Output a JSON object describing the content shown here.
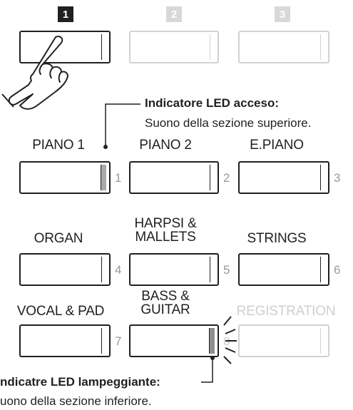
{
  "steps": [
    {
      "label": "1",
      "state": "active"
    },
    {
      "label": "2",
      "state": "inactive"
    },
    {
      "label": "3",
      "state": "inactive"
    }
  ],
  "annotation_top": {
    "title": "Indicatore LED acceso:",
    "text": "Suono della sezione superiore."
  },
  "annotation_bottom": {
    "title": "ndicatre LED lampeggiante:",
    "text": "uono della sezione inferiore."
  },
  "buttons": [
    {
      "label": "PIANO 1",
      "number": "1",
      "led": "on"
    },
    {
      "label": "PIANO 2",
      "number": "2",
      "led": "off"
    },
    {
      "label": "E.PIANO",
      "number": "3",
      "led": "off"
    },
    {
      "label": "ORGAN",
      "number": "4",
      "led": "off"
    },
    {
      "label_line1": "HARPSI &",
      "label_line2": "MALLETS",
      "number": "5",
      "led": "off"
    },
    {
      "label": "STRINGS",
      "number": "6",
      "led": "off"
    },
    {
      "label": "VOCAL & PAD",
      "number": "7",
      "led": "off"
    },
    {
      "label_line1": "BASS &",
      "label_line2": "GUITAR",
      "number": "8",
      "led": "blinking"
    },
    {
      "label": "REGISTRATION",
      "number": "",
      "led": "off"
    }
  ],
  "colors": {
    "ink": "#231f20",
    "faded": "#d2d2d2",
    "led_on": "#a9a9a9",
    "number_gray": "#9a9a9a"
  },
  "icons": {
    "hand": "pointing-hand-icon",
    "blink": "blink-rays-icon"
  }
}
